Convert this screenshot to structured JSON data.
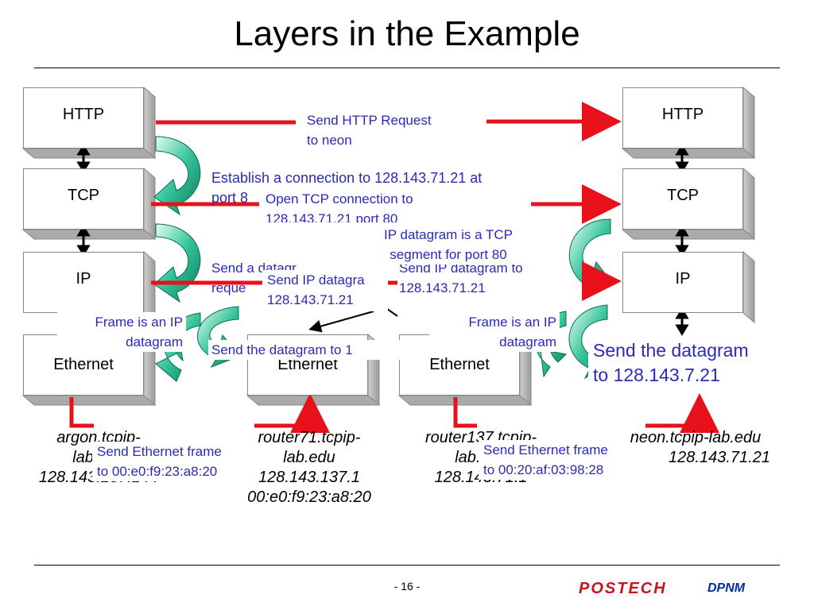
{
  "title": "Layers in the Example",
  "layers": {
    "left": [
      "HTTP",
      "TCP",
      "IP",
      "Ethernet"
    ],
    "right": [
      "HTTP",
      "TCP",
      "IP"
    ],
    "router1": "Ethernet",
    "router2": "Ethernet"
  },
  "messages": {
    "http_request": [
      "Send HTTP Request",
      "to neon"
    ],
    "establish": [
      "Establish a connection to 128.143.71.21 at",
      "port 8"
    ],
    "open_tcp": [
      "Open TCP connection to",
      "128.143.71.21 port 80"
    ],
    "ip_datagram_tcp": [
      "IP datagram is  a TCP",
      "segment for port 80"
    ],
    "send_datagram_left": [
      "Send a datagr",
      "reque"
    ],
    "send_ip_datagram": [
      "Send IP datagra",
      "128.143.71.21"
    ],
    "send_ip_datagram_right": [
      "Send IP datagram to",
      "128.143.71.21"
    ],
    "frame_left": [
      "Frame is an IP",
      "datagram"
    ],
    "frame_right": [
      "Frame is an IP",
      "datagram"
    ],
    "send_datagram_to": "Send the datagram to 1",
    "send_datagram_big": [
      "Send the datagram",
      "to 128.143.7.21"
    ],
    "eth_frame_left": [
      "Send Ethernet frame",
      "to 00:e0:f9:23:a8:20"
    ],
    "eth_frame_right": [
      "Send Ethernet frame",
      "to 00:20:af:03:98:28"
    ]
  },
  "hosts": {
    "argon": [
      "argon.tcpip-",
      "lab.edu",
      "128.143.137.144"
    ],
    "router71": [
      "router71.tcpip-",
      "lab.edu",
      "128.143.137.1",
      "00:e0:f9:23:a8:20"
    ],
    "router137": [
      "router137.tcpip-",
      "lab.edu",
      "128.143.71.1"
    ],
    "neon": [
      "neon.tcpip-lab.edu",
      "128.143.71.21"
    ]
  },
  "footer": {
    "page": "- 16 -",
    "logo": "POSTECH",
    "dept": "DPNM"
  },
  "colors": {
    "arrow_red": "#e8101a",
    "curve_green": "#1aa17e",
    "text_blue": "#2a2ab8"
  }
}
